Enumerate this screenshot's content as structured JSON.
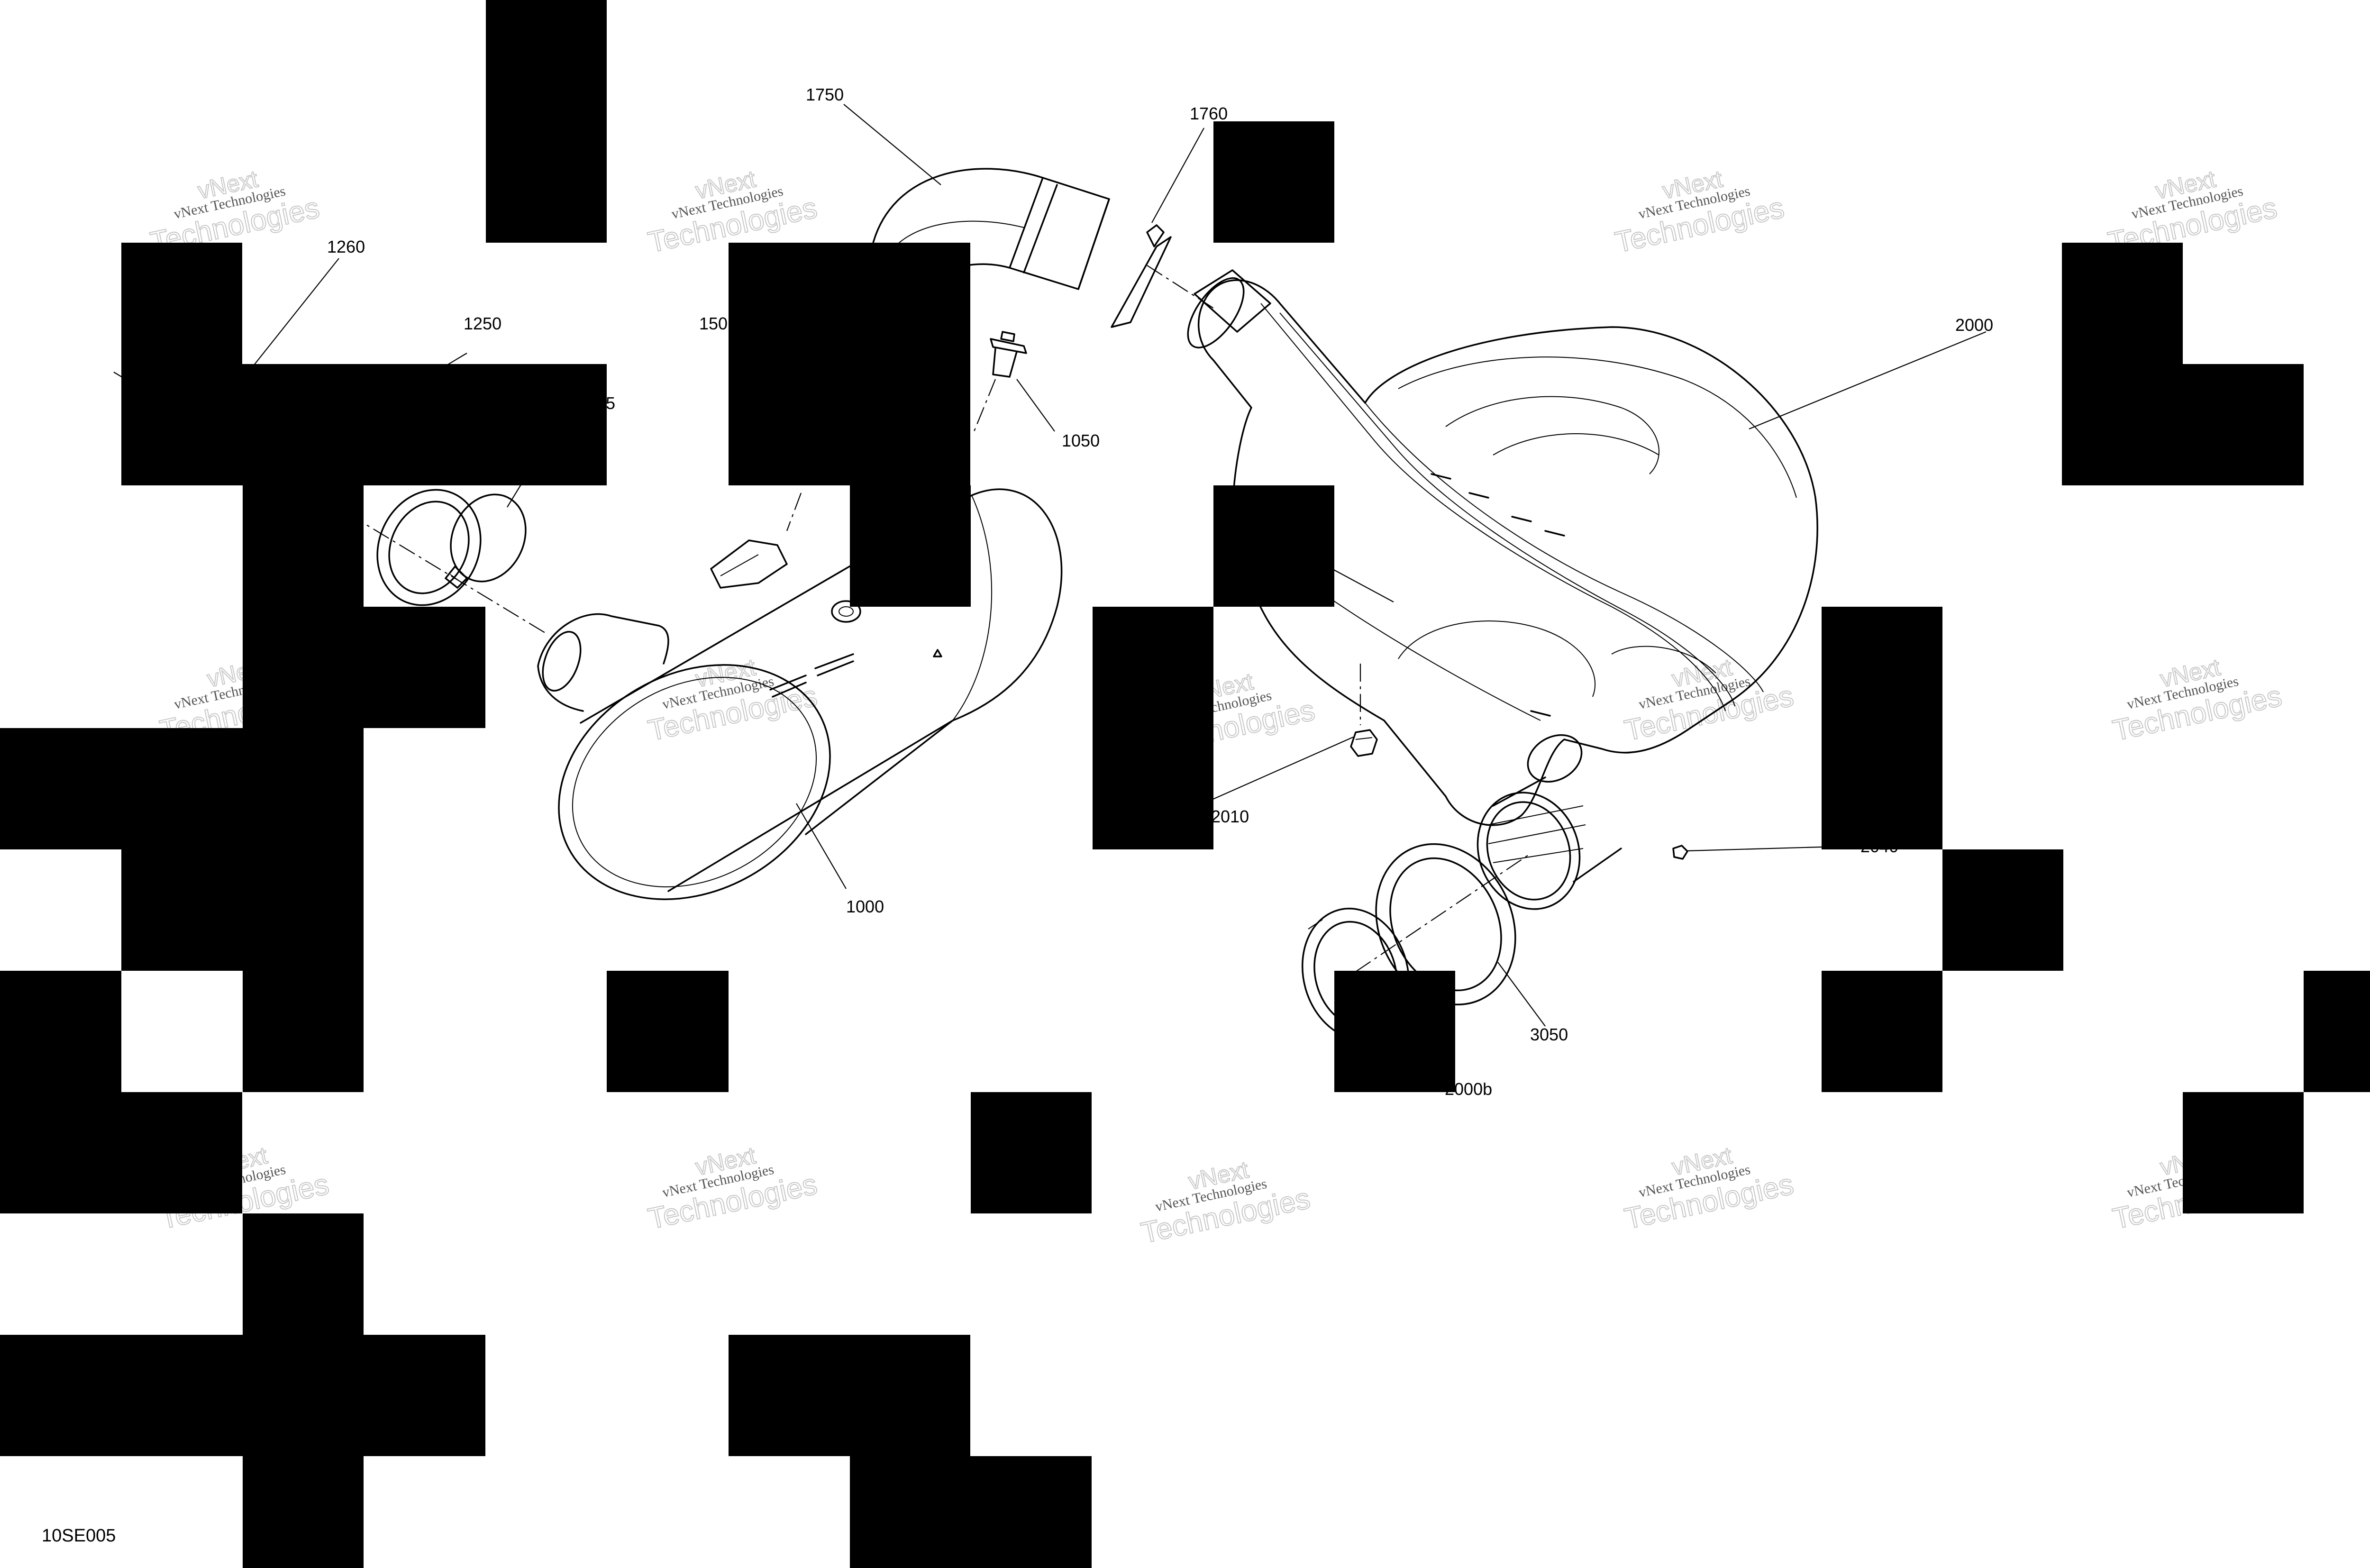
{
  "figure_id": "10SE005",
  "watermark": {
    "line1": "vNext Technologies",
    "line2": "Technologies",
    "line3": "vNext"
  },
  "callouts": [
    {
      "id": "c1750",
      "label": "1750"
    },
    {
      "id": "c1760",
      "label": "1760"
    },
    {
      "id": "c1260",
      "label": "1260"
    },
    {
      "id": "c1250",
      "label": "1250"
    },
    {
      "id": "c150",
      "label": "150"
    },
    {
      "id": "c5",
      "label": "5"
    },
    {
      "id": "c1050",
      "label": "1050"
    },
    {
      "id": "c2000",
      "label": "2000"
    },
    {
      "id": "c2010",
      "label": "2010"
    },
    {
      "id": "c2040",
      "label": "2040"
    },
    {
      "id": "c1000",
      "label": "1000"
    },
    {
      "id": "c3050",
      "label": "3050"
    },
    {
      "id": "c2000b",
      "label": "2000b"
    }
  ],
  "colors": {
    "line": "#000000",
    "background": "#ffffff",
    "redaction": "#000000",
    "watermark_outline": "#c8c8c8"
  }
}
